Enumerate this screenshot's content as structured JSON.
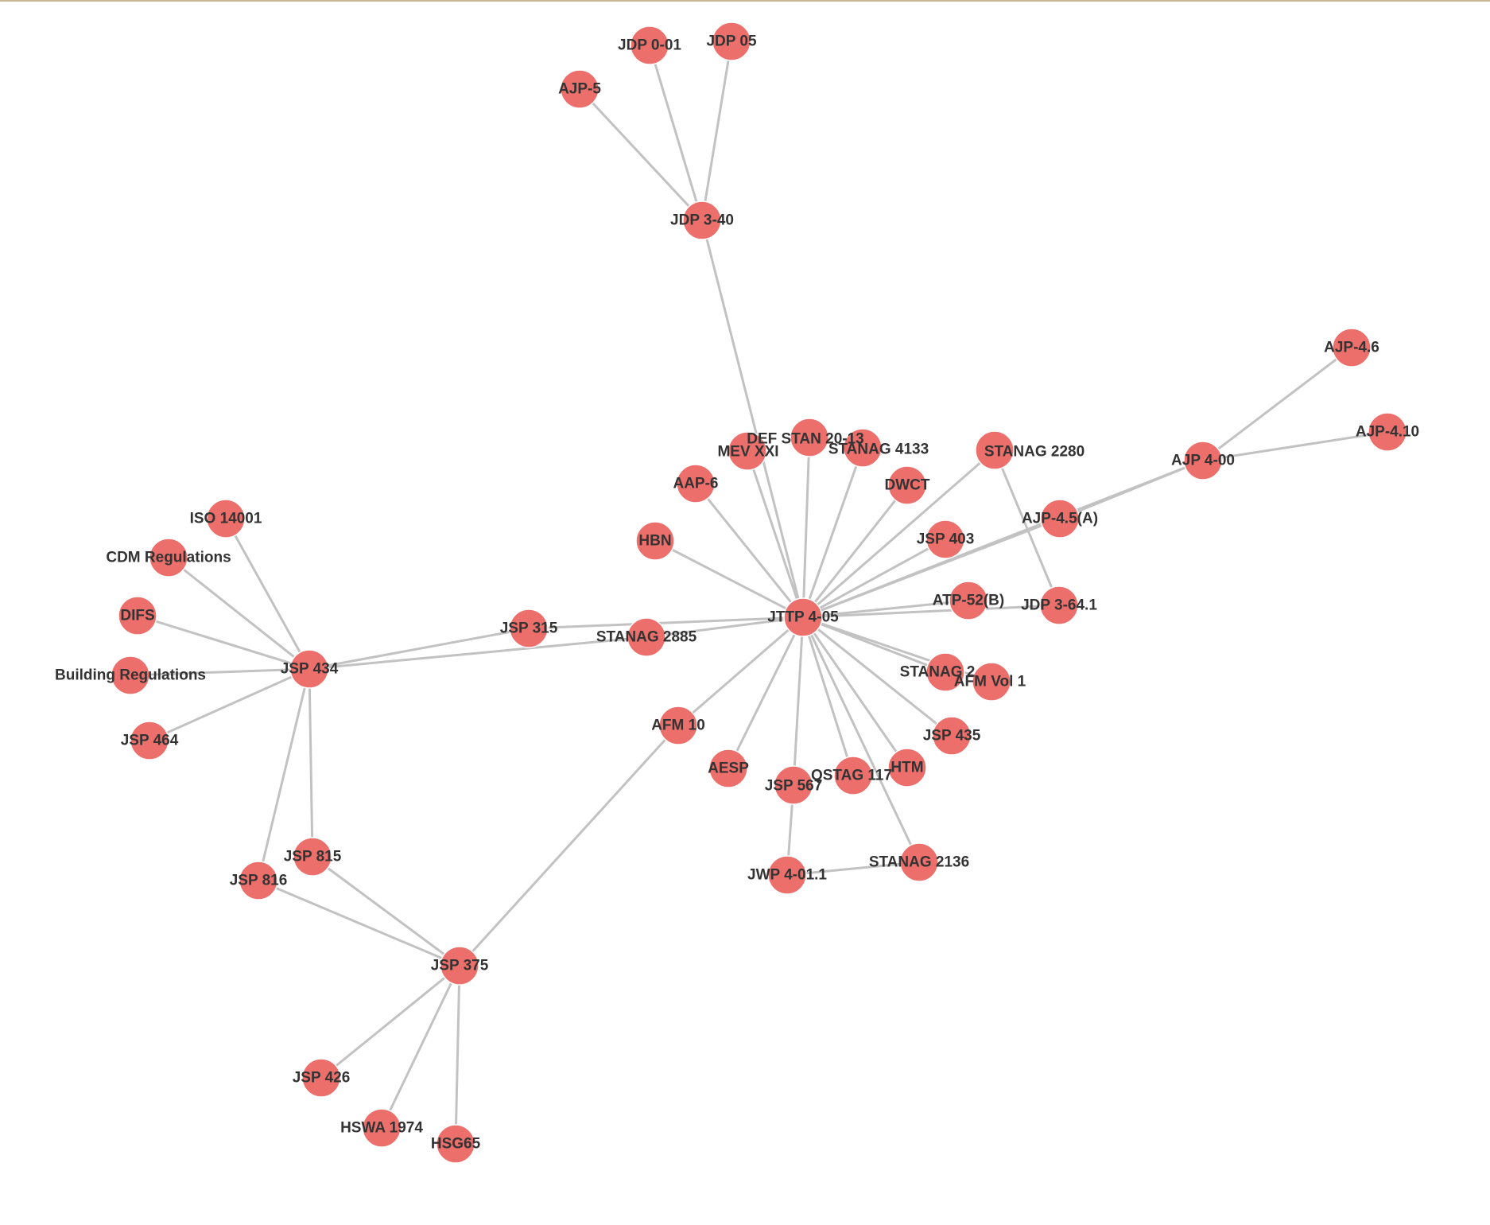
{
  "graph": {
    "nodes": [
      {
        "id": "jttp405",
        "label": "JTTP 4-05"
      },
      {
        "id": "jdp340",
        "label": "JDP 3-40"
      },
      {
        "id": "jdp001",
        "label": "JDP 0-01"
      },
      {
        "id": "jdp05",
        "label": "JDP 05"
      },
      {
        "id": "ajp5",
        "label": "AJP-5"
      },
      {
        "id": "ajp46",
        "label": "AJP-4.6"
      },
      {
        "id": "ajp410",
        "label": "AJP-4.10"
      },
      {
        "id": "ajp400",
        "label": "AJP 4-00"
      },
      {
        "id": "ajp45a",
        "label": "AJP-4.5(A)"
      },
      {
        "id": "jdp3641",
        "label": "JDP 3-64.1"
      },
      {
        "id": "atp52b",
        "label": "ATP-52(B)"
      },
      {
        "id": "jsp403",
        "label": "JSP 403"
      },
      {
        "id": "stanag2280",
        "label": "STANAG 2280"
      },
      {
        "id": "dwct",
        "label": "DWCT"
      },
      {
        "id": "stanag4133",
        "label": "STANAG 4133"
      },
      {
        "id": "defstan2013",
        "label": "DEF STAN 20-13"
      },
      {
        "id": "mevxxi",
        "label": "MEV XXI"
      },
      {
        "id": "aap6",
        "label": "AAP-6"
      },
      {
        "id": "hbn",
        "label": "HBN"
      },
      {
        "id": "jsp315",
        "label": "JSP 315"
      },
      {
        "id": "stanag2885",
        "label": "STANAG 2885"
      },
      {
        "id": "stanag2x",
        "label": "STANAG 2"
      },
      {
        "id": "afmvol1",
        "label": "AFM Vol 1"
      },
      {
        "id": "jsp435",
        "label": "JSP 435"
      },
      {
        "id": "htm",
        "label": "HTM"
      },
      {
        "id": "qstag117",
        "label": "QSTAG 117"
      },
      {
        "id": "jsp567",
        "label": "JSP 567"
      },
      {
        "id": "aesp",
        "label": "AESP"
      },
      {
        "id": "afm10",
        "label": "AFM 10"
      },
      {
        "id": "jwp4011",
        "label": "JWP 4-01.1"
      },
      {
        "id": "stanag2136",
        "label": "STANAG 2136"
      },
      {
        "id": "jsp434",
        "label": "JSP 434"
      },
      {
        "id": "iso14001",
        "label": "ISO 14001"
      },
      {
        "id": "cdm",
        "label": "CDM Regulations"
      },
      {
        "id": "difs",
        "label": "DIFS"
      },
      {
        "id": "buildregs",
        "label": "Building Regulations"
      },
      {
        "id": "jsp464",
        "label": "JSP 464"
      },
      {
        "id": "jsp815",
        "label": "JSP 815"
      },
      {
        "id": "jsp816",
        "label": "JSP 816"
      },
      {
        "id": "jsp375",
        "label": "JSP 375"
      },
      {
        "id": "jsp426",
        "label": "JSP 426"
      },
      {
        "id": "hswa1974",
        "label": "HSWA 1974"
      },
      {
        "id": "hsg65",
        "label": "HSG65"
      }
    ],
    "edges": [
      [
        "jdp340",
        "jdp001"
      ],
      [
        "jdp340",
        "jdp05"
      ],
      [
        "jdp340",
        "ajp5"
      ],
      [
        "jttp405",
        "jdp340"
      ],
      [
        "ajp400",
        "ajp46"
      ],
      [
        "ajp400",
        "ajp410"
      ],
      [
        "ajp45a",
        "ajp400"
      ],
      [
        "jttp405",
        "ajp45a"
      ],
      [
        "jttp405",
        "ajp400"
      ],
      [
        "stanag2280",
        "jdp3641"
      ],
      [
        "jttp405",
        "jdp3641"
      ],
      [
        "jttp405",
        "atp52b"
      ],
      [
        "jttp405",
        "jsp403"
      ],
      [
        "jttp405",
        "stanag2280"
      ],
      [
        "jttp405",
        "dwct"
      ],
      [
        "jttp405",
        "stanag4133"
      ],
      [
        "jttp405",
        "defstan2013"
      ],
      [
        "jttp405",
        "mevxxi"
      ],
      [
        "jttp405",
        "aap6"
      ],
      [
        "jttp405",
        "hbn"
      ],
      [
        "jttp405",
        "jsp315"
      ],
      [
        "jttp405",
        "stanag2885"
      ],
      [
        "jttp405",
        "stanag2x"
      ],
      [
        "jttp405",
        "afmvol1"
      ],
      [
        "jttp405",
        "jsp435"
      ],
      [
        "jttp405",
        "htm"
      ],
      [
        "jttp405",
        "qstag117"
      ],
      [
        "jttp405",
        "jsp567"
      ],
      [
        "jttp405",
        "aesp"
      ],
      [
        "jttp405",
        "afm10"
      ],
      [
        "jttp405",
        "stanag2136"
      ],
      [
        "jsp567",
        "jwp4011"
      ],
      [
        "jwp4011",
        "stanag2136"
      ],
      [
        "jsp434",
        "jsp315"
      ],
      [
        "jsp434",
        "stanag2885"
      ],
      [
        "jsp434",
        "iso14001"
      ],
      [
        "jsp434",
        "cdm"
      ],
      [
        "jsp434",
        "difs"
      ],
      [
        "jsp434",
        "buildregs"
      ],
      [
        "jsp434",
        "jsp464"
      ],
      [
        "jsp434",
        "jsp815"
      ],
      [
        "jsp434",
        "jsp816"
      ],
      [
        "jsp375",
        "jsp815"
      ],
      [
        "jsp375",
        "jsp816"
      ],
      [
        "jsp375",
        "afm10"
      ],
      [
        "jsp375",
        "jsp426"
      ],
      [
        "jsp375",
        "hswa1974"
      ],
      [
        "jsp375",
        "hsg65"
      ]
    ]
  }
}
